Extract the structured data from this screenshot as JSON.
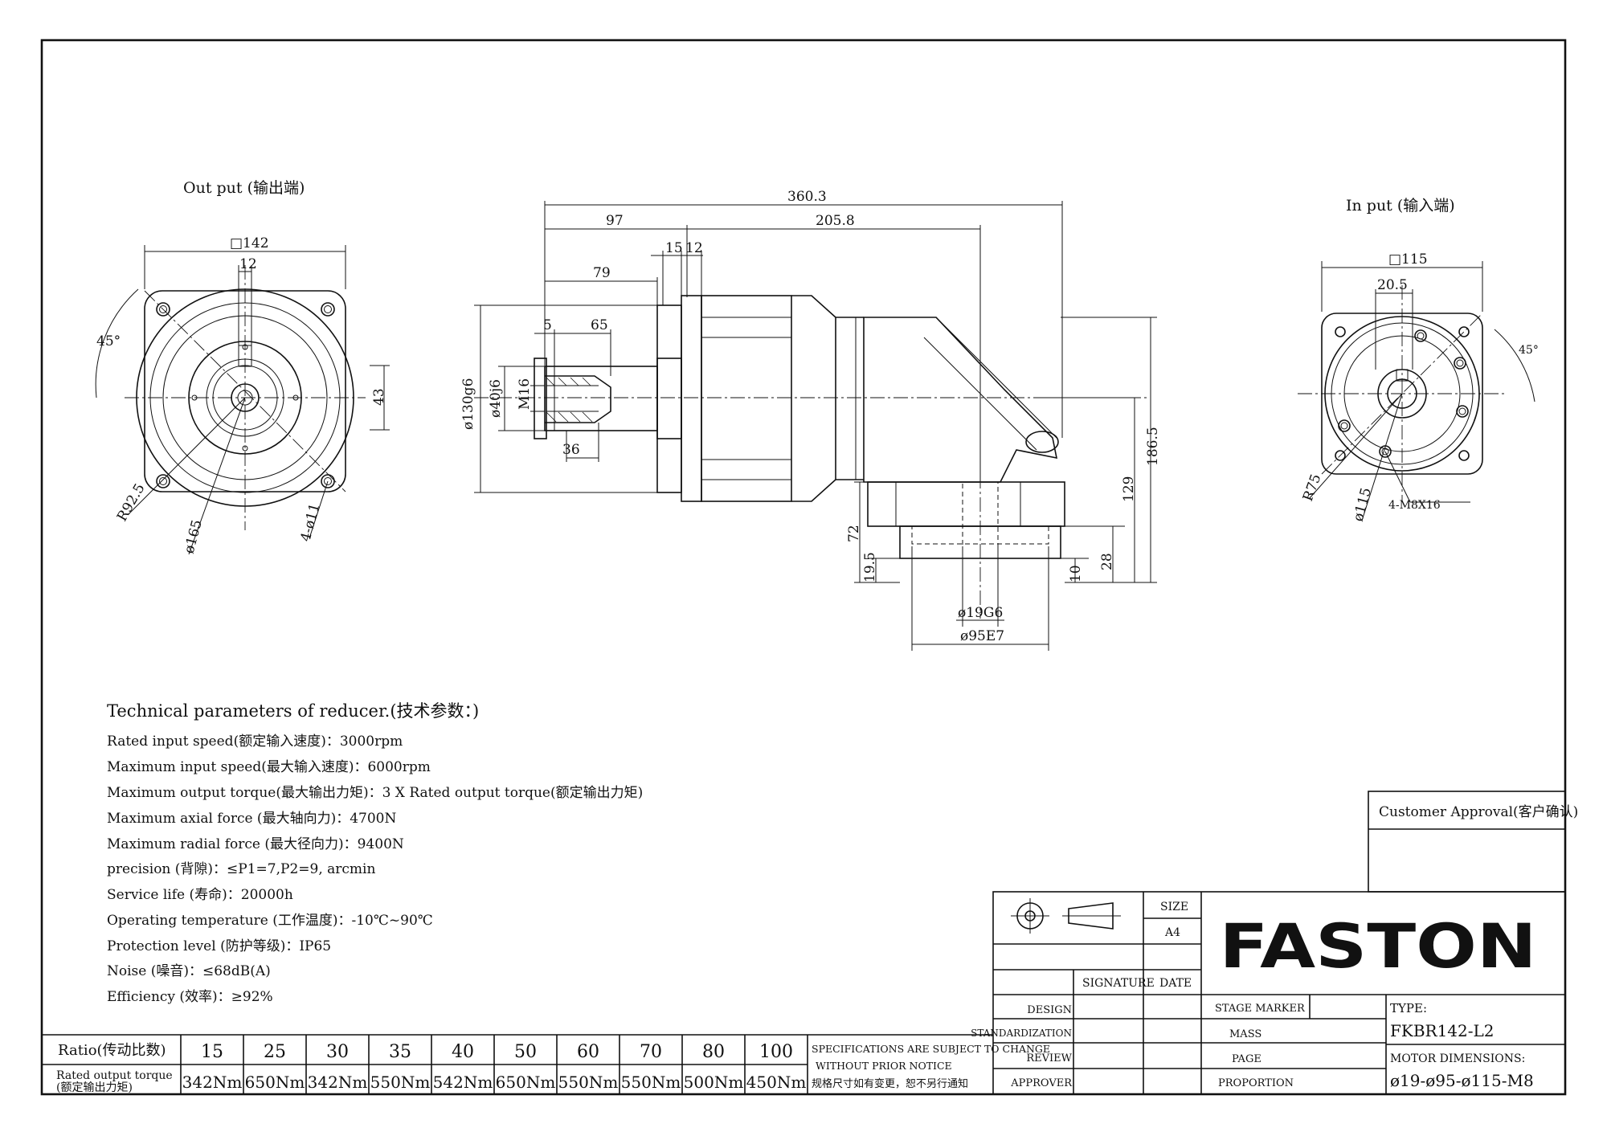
{
  "views": {
    "output_title": "Out put (输出端)",
    "input_title": "In put (输入端)"
  },
  "dims": {
    "out_square": "□142",
    "out_key": "12",
    "out_angle": "45°",
    "out_43": "43",
    "out_r": "R92.5",
    "out_pcd": "ø165",
    "out_holes": "4-ø11",
    "side_total": "360.3",
    "side_97": "97",
    "side_205": "205.8",
    "side_15": "15",
    "side_12": "12",
    "side_79": "79",
    "side_5": "5",
    "side_65": "65",
    "side_130": "ø130g6",
    "side_40": "ø40j6",
    "side_m16": "M16",
    "side_36": "36",
    "side_186": "186.5",
    "side_129": "129",
    "side_72": "72",
    "side_195": "19.5",
    "side_10": "10",
    "side_28": "28",
    "side_19g6": "ø19G6",
    "side_95e7": "ø95E7",
    "in_square": "□115",
    "in_205": "20.5",
    "in_angle": "45°",
    "in_r": "R75",
    "in_pcd": "ø115",
    "in_holes": "4-M8X16"
  },
  "tech": {
    "title": "Technical parameters of reducer.(技术参数：)",
    "lines": [
      "Rated input speed(额定输入速度)：3000rpm",
      "Maximum input speed(最大输入速度)：6000rpm",
      "Maximum output torque(最大输出力矩)：3 X Rated output torque(额定输出力矩)",
      "Maximum axial force (最大轴向力)：4700N",
      "Maximum radial force (最大径向力)：9400N",
      "precision (背隙)：≤P1=7,P2=9, arcmin",
      "Service life (寿命)：20000h",
      "Operating temperature (工作温度)：-10℃~90℃",
      "Protection level (防护等级)：IP65",
      "Noise (噪音)：≤68dB(A)",
      "Efficiency (效率)：≥92%"
    ]
  },
  "ratio_table": {
    "ratio_label": "Ratio(传动比数)",
    "torque_label_1": "Rated output torque",
    "torque_label_2": "(额定输出力矩)",
    "ratios": [
      "15",
      "25",
      "30",
      "35",
      "40",
      "50",
      "60",
      "70",
      "80",
      "100"
    ],
    "torques": [
      "342Nm",
      "650Nm",
      "342Nm",
      "550Nm",
      "542Nm",
      "650Nm",
      "550Nm",
      "550Nm",
      "500Nm",
      "450Nm"
    ]
  },
  "notice": {
    "line1": "SPECIFICATIONS ARE SUBJECT TO CHANGE",
    "line2": "WITHOUT PRIOR NOTICE",
    "line3": "规格尺寸如有变更，恕不另行通知"
  },
  "title_block": {
    "customer_approval": "Customer Approval(客户确认)",
    "size_label": "SIZE",
    "size_value": "A4",
    "signature": "SIGNATURE",
    "date": "DATE",
    "logo": "FASTON",
    "design": "DESIGN",
    "standardization": "STANDARDIZATION",
    "review": "REVIEW",
    "approver": "APPROVER",
    "stage_marker": "STAGE MARKER",
    "mass": "MASS",
    "page": "PAGE",
    "proportion": "PROPORTION",
    "type_label": "TYPE:",
    "type_value": "FKBR142-L2",
    "motor_label": "MOTOR DIMENSIONS:",
    "motor_value": "ø19-ø95-ø115-M8"
  }
}
